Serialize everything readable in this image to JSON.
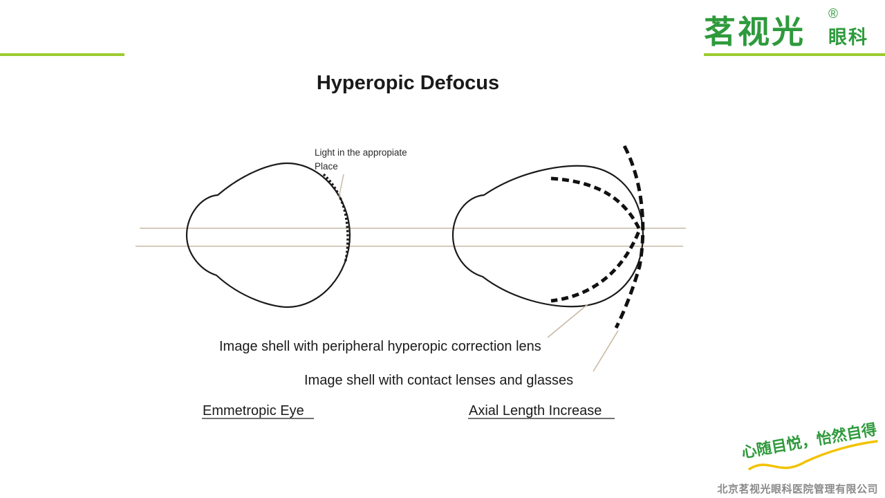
{
  "header": {
    "brand_name": "茗视光",
    "brand_sub": "眼科",
    "brand_mark": "®"
  },
  "slide": {
    "title": "Hyperopic Defocus"
  },
  "diagram": {
    "annotation_light": [
      "Light in the appropiate",
      "Place"
    ],
    "label_correction_lens": "Image shell with peripheral hyperopic correction lens",
    "label_contact_glasses": "Image shell with contact lenses and glasses",
    "label_emmetropic": "Emmetropic Eye",
    "label_axial": "Axial Length Increase"
  },
  "slogan": "心随目悦，怡然自得",
  "footer": "北京茗视光眼科医院管理有限公司",
  "colors": {
    "accent_green": "#9ccb2e",
    "brand_green": "#2e9a3c",
    "slogan_green": "#2e9a3c",
    "slogan_yellow": "#f2c200"
  }
}
